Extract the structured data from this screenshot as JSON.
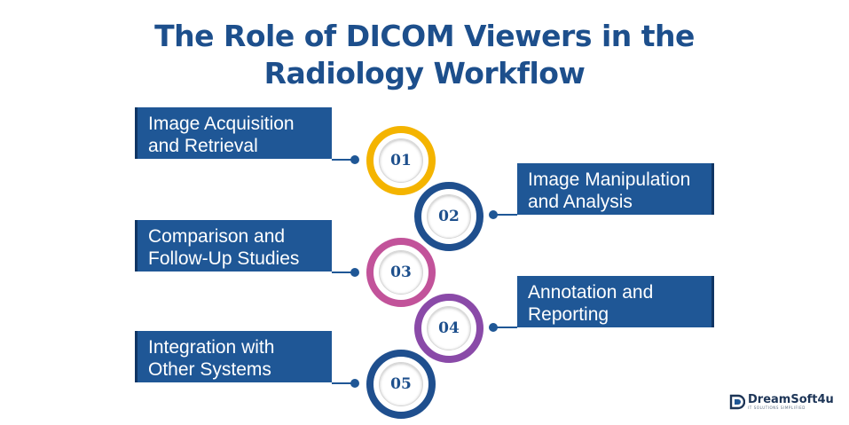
{
  "title": {
    "line1": "The Role of DICOM Viewers in the",
    "line2": "Radiology Workflow"
  },
  "steps": [
    {
      "number": "01",
      "line1": "Image Acquisition",
      "line2": "and Retrieval",
      "side": "left",
      "ring_color": "#f4b400"
    },
    {
      "number": "02",
      "line1": "Image Manipulation",
      "line2": "and Analysis",
      "side": "right",
      "ring_color": "#1f4f8e"
    },
    {
      "number": "03",
      "line1": "Comparison and",
      "line2": "Follow-Up Studies",
      "side": "left",
      "ring_color": "#c2539a"
    },
    {
      "number": "04",
      "line1": "Annotation and",
      "line2": "Reporting",
      "side": "right",
      "ring_color": "#8a4aa8"
    },
    {
      "number": "05",
      "line1": "Integration with",
      "line2": "Other Systems",
      "side": "left",
      "ring_color": "#1f4f8e"
    }
  ],
  "colors": {
    "box": "#1f5796",
    "title": "#1d4f8c"
  },
  "logo": {
    "name": "DreamSoft4u",
    "tagline": "IT SOLUTIONS SIMPLIFIED"
  }
}
